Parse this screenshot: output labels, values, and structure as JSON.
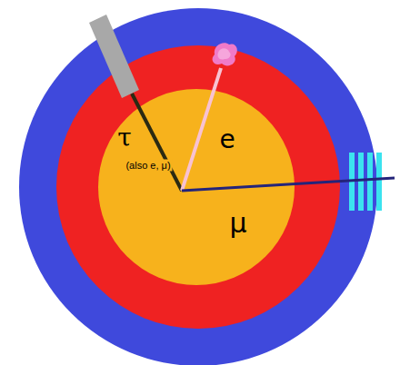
{
  "diagram": {
    "labels": [
      "τ",
      "(also e, μ)",
      "e",
      "μ"
    ]
  }
}
